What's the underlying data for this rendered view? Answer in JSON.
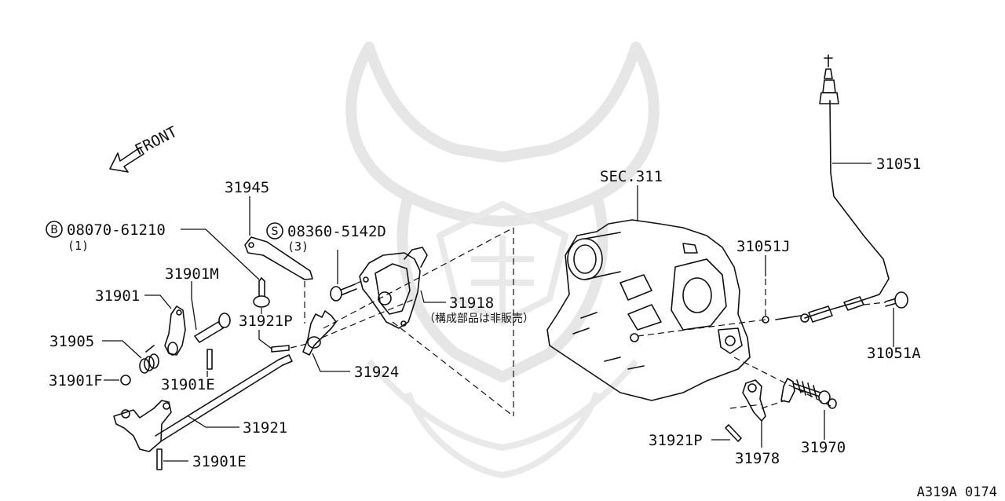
{
  "diagram": {
    "front_label": "FRONT",
    "section_ref": "SEC.311",
    "figure_code": "A319A 0174",
    "bolt_b": {
      "symbol": "B",
      "part": "08070-61210",
      "qty": "(1)"
    },
    "screw_s": {
      "symbol": "S",
      "part": "08360-5142D",
      "qty": "(3)"
    },
    "note_jp": "（構成部品は非販売）",
    "parts": {
      "p31945": "31945",
      "p31901M": "31901M",
      "p31901": "31901",
      "p31921P_left": "31921P",
      "p31905": "31905",
      "p31901F": "31901F",
      "p31901E_mid": "31901E",
      "p31924": "31924",
      "p31918": "31918",
      "p31921": "31921",
      "p31901E_bottom": "31901E",
      "p31051": "31051",
      "p31051J": "31051J",
      "p31051A": "31051A",
      "p31921P_right": "31921P",
      "p31978": "31978",
      "p31970": "31970"
    }
  }
}
